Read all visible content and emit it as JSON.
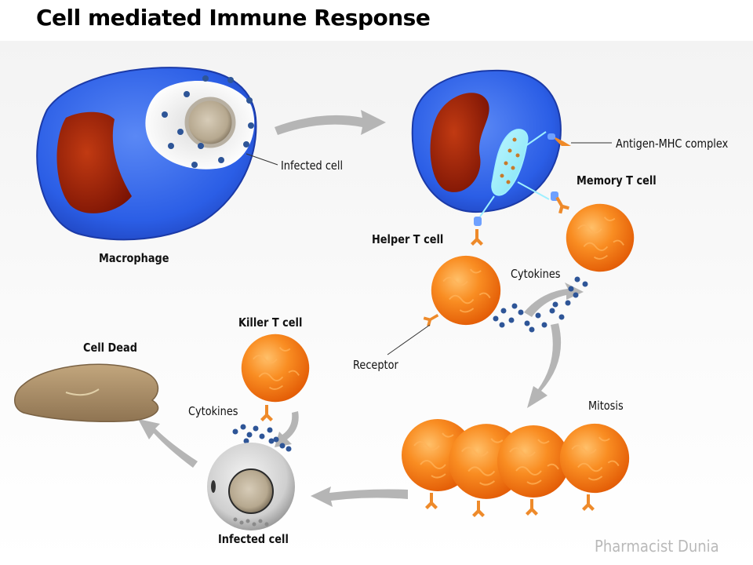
{
  "title": "Cell mediated Immune Response",
  "labels": {
    "infected_cell_top": "Infected  cell",
    "macrophage": "Macrophage",
    "antigen_mhc": "Antigen-MHC complex",
    "memory_t_cell": "Memory T cell",
    "helper_t_cell": "Helper T cell",
    "cytokines_right": "Cytokines",
    "receptor": "Receptor",
    "killer_t_cell": "Killer T cell",
    "cell_dead": "Cell Dead",
    "cytokines_left": "Cytokines",
    "mitosis": "Mitosis",
    "infected_cell_bottom": "Infected  cell"
  },
  "watermark": "Pharmacist Dunia",
  "colors": {
    "macrophage_body": "#2f63e8",
    "nucleus": "#9a1e08",
    "t_cell": "#f7861c",
    "receptor": "#ee8a2a",
    "arrow": "#b4b4b4",
    "dead_cell": "#a98c65",
    "particle": "#2e5597"
  }
}
